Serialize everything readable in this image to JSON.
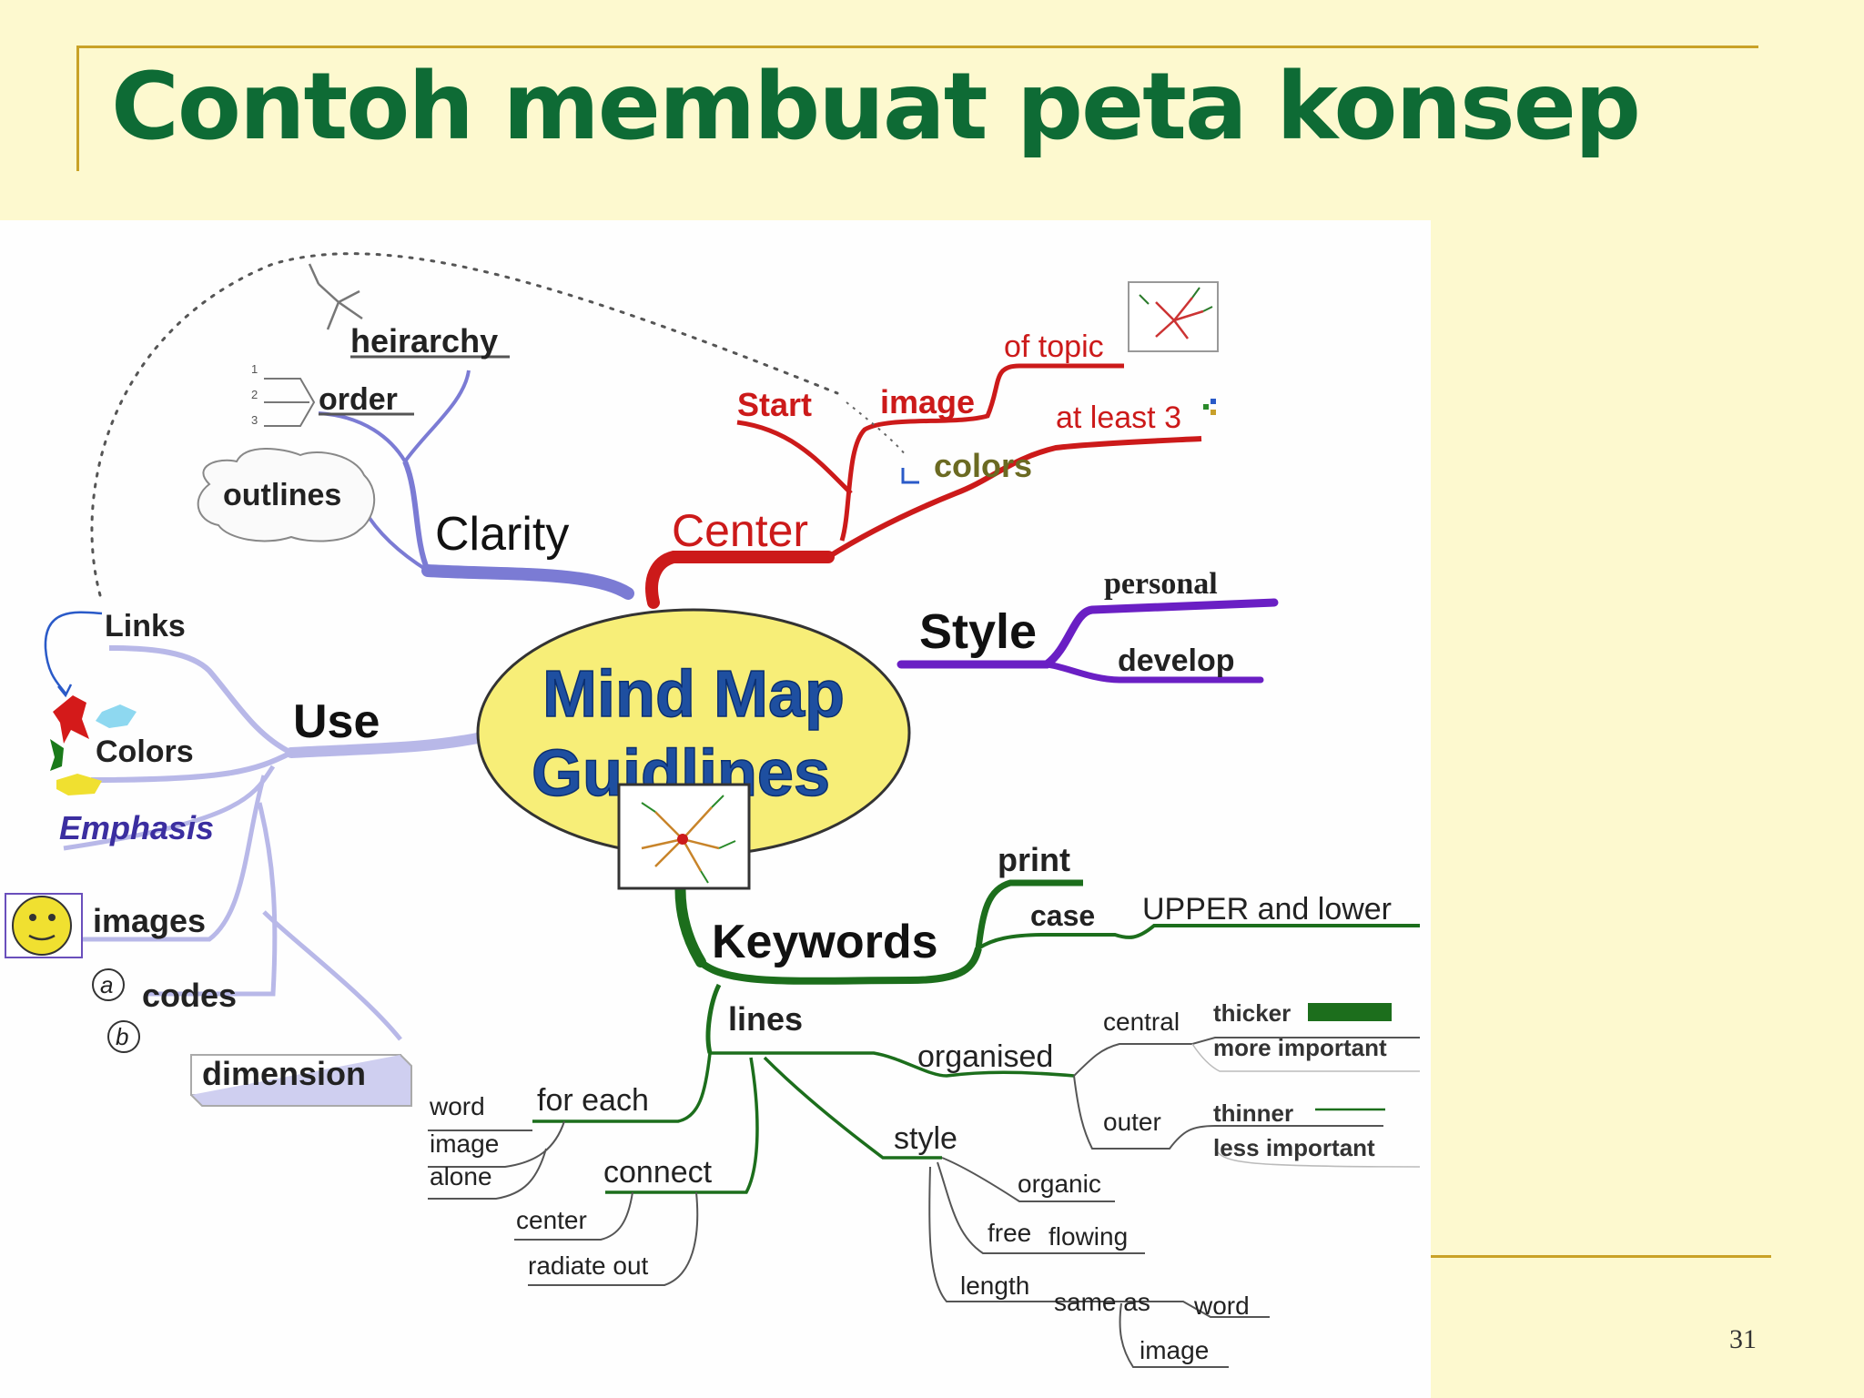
{
  "slide": {
    "title": "Contoh membuat peta konsep",
    "page_number": "31"
  },
  "colors": {
    "background": "#fdf9cf",
    "title": "#0e6b35",
    "rule": "#c9a227",
    "center_red": "#cc1a1a",
    "style_purple": "#6a1fc4",
    "keywords_green": "#1c6e1c",
    "clarity_blue": "#7b7bd4",
    "use_lavender": "#b8b8e8",
    "center_bubble": "#f7ee78",
    "center_text": "#1e4fa0"
  },
  "mind_map": {
    "center": {
      "line1": "Mind Map",
      "line2": "Guidlines"
    },
    "branches": {
      "clarity": {
        "label": "Clarity",
        "items": {
          "heirarchy": "heirarchy",
          "order": "order",
          "outlines": "outlines"
        }
      },
      "center": {
        "label": "Center",
        "items": {
          "start": "Start",
          "image": "image",
          "of_topic": "of topic",
          "colors": "colors",
          "at_least": "at least 3"
        }
      },
      "style": {
        "label": "Style",
        "items": {
          "personal": "personal",
          "develop": "develop"
        }
      },
      "use": {
        "label": "Use",
        "items": {
          "links": "Links",
          "colors": "Colors",
          "emphasis": "Emphasis",
          "images": "images",
          "codes": "codes",
          "dimension": "dimension",
          "code_a": "a",
          "code_b": "b"
        }
      },
      "keywords": {
        "label": "Keywords",
        "print": "print",
        "case": "case",
        "upper_lower": "UPPER and lower",
        "lines": {
          "label": "lines",
          "organised": "organised",
          "central": "central",
          "thicker": "thicker",
          "more_important": "more important",
          "outer": "outer",
          "thinner": "thinner",
          "less_important": "less important",
          "for_each": "for each",
          "word": "word",
          "image": "image",
          "alone": "alone",
          "connect": "connect",
          "center": "center",
          "radiate_out": "radiate out",
          "style": "style",
          "organic": "organic",
          "free": "free",
          "flowing": "flowing",
          "length": "length",
          "same_as": "same as",
          "word2": "word",
          "image2": "image"
        }
      }
    }
  }
}
